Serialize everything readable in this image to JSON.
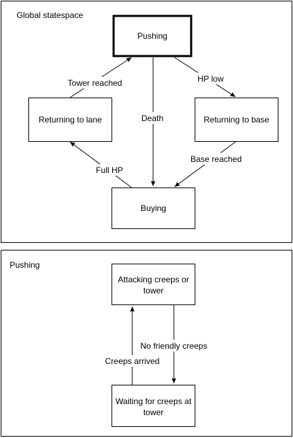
{
  "panels": {
    "global": {
      "title": "Global statespace",
      "states": {
        "pushing": "Pushing",
        "returning_lane": "Returning to lane",
        "returning_base": "Returning to base",
        "buying": "Buying"
      },
      "edges": {
        "tower_reached": "Tower reached",
        "hp_low": "HP low",
        "death": "Death",
        "full_hp": "Full HP",
        "base_reached": "Base reached"
      }
    },
    "pushing": {
      "title": "Pushing",
      "states": {
        "attacking_line1": "Attacking creeps or",
        "attacking_line2": "tower",
        "waiting_line1": "Waiting for creeps at",
        "waiting_line2": "tower"
      },
      "edges": {
        "no_friendly_creeps": "No friendly creeps",
        "creeps_arrived": "Creeps arrived"
      }
    }
  }
}
